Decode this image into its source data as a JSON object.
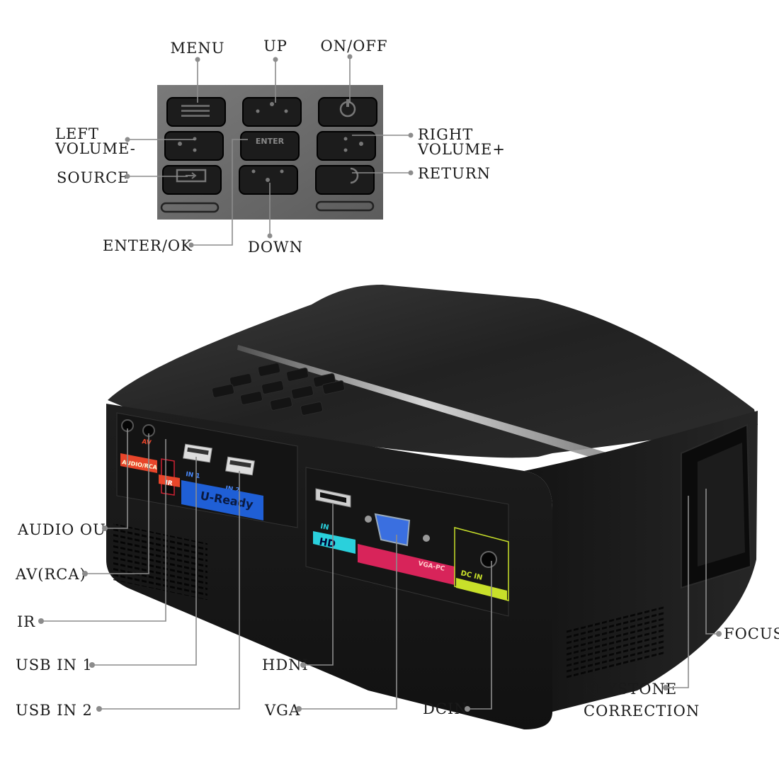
{
  "keypad_labels": {
    "menu": "MENU",
    "up": "UP",
    "on_off": "ON/OFF",
    "left_line1": "LEFT",
    "left_line2": "VOLUME-",
    "right_line1": "RIGHT",
    "right_line2": "VOLUME+",
    "source": "SOURCE",
    "return": "RETURN",
    "enter_ok": "ENTER/OK",
    "down": "DOWN",
    "enter_key_text": "ENTER"
  },
  "port_labels": {
    "audio_out": "AUDIO OUT",
    "av_rca": "AV(RCA)",
    "ir": "IR",
    "usb_in_1": "USB IN 1",
    "usb_in_2": "USB IN 2",
    "hdni": "HDNI",
    "vga": "VGA",
    "dcin": "DCIN",
    "focus": "FOCUS",
    "keystone_line1": "KEYSTONE",
    "keystone_line2": "CORRECTION"
  },
  "panel_text": {
    "audio_rca": "AUDIO/RCA",
    "av": "AV",
    "ir": "IR",
    "in1": "IN 1",
    "in2": "IN 2",
    "u_ready": "U-Ready",
    "hdmi_in": "IN",
    "hdmi_logo": "HD",
    "vga_pc": "VGA-PC",
    "dc_in": "DC IN"
  },
  "colors": {
    "audio_strip": "#e8452a",
    "ir_strip": "#e8452a",
    "usb_strip": "#1f5fd6",
    "hdmi_strip": "#2ad0dc",
    "vga_strip": "#d8245a",
    "dc_strip": "#c8e02a",
    "body": "#1b1b1b"
  }
}
